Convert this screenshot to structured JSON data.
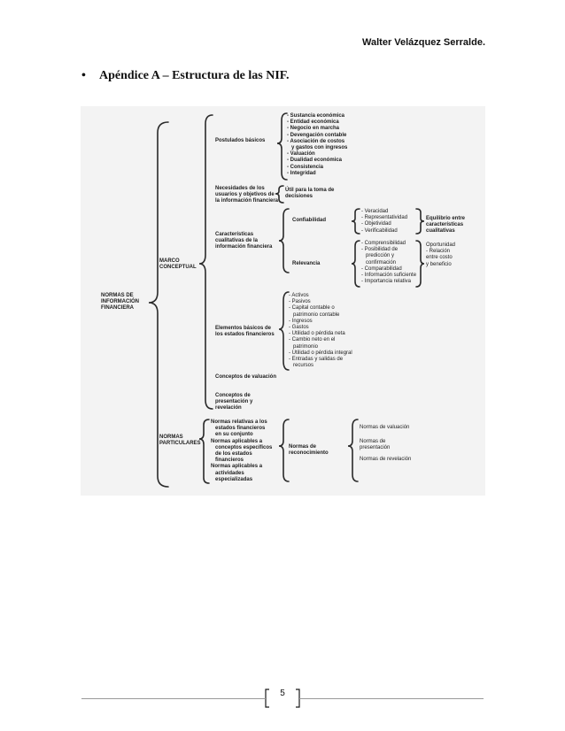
{
  "header": {
    "author": "Walter Velázquez Serralde."
  },
  "heading": {
    "bullet": "•",
    "title": "Apéndice A – Estructura de las NIF."
  },
  "diagram": {
    "root": "NORMAS DE\nINFORMACIÓN\nFINANCIERA",
    "marco": "MARCO\nCONCEPTUAL",
    "particulares": "NORMAS\nPARTICULARES",
    "postulados": "Postulados básicos",
    "postulados_items": "- Sustancia económica\n- Entidad económica\n- Negocio en marcha\n- Devengación contable\n- Asociación de costos\n   y gastos con ingresos\n- Valuación\n- Dualidad económica\n- Consistencia\n- Integridad",
    "necesidades": "Necesidades de los\nusuarios y objetivos de\nla información financiera",
    "util": "Útil para la toma de\ndecisiones",
    "caracteristicas": "Características\ncualitativas de la\ninformación financiera",
    "confiabilidad": "Confiabilidad",
    "confiabilidad_items": "- Veracidad\n- Representatividad\n- Objetividad\n- Verificabilidad",
    "equilibrio": "Equilibrio entre\ncaracterísticas\ncualitativas",
    "relevancia": "Relevancia",
    "relevancia_items": "- Comprensibilidad\n- Posibilidad de\n   predicción y\n   confirmación\n- Comparabilidad\n- Información suficiente\n- Importancia relativa",
    "oportunidad": "Oportunidad\n- Relación\nentre costo\ny beneficio",
    "elementos": "Elementos básicos de\nlos estados financieros",
    "elementos_items": "- Activos\n- Pasivos\n- Capital contable o\n   patrimonio contable\n- Ingresos\n- Gastos\n- Utilidad o pérdida neta\n- Cambio neto en el\n   patrimonio\n- Utilidad o pérdida integral\n- Entradas y salidas de\n   recursos",
    "conceptos_valuacion": "Conceptos de valuación",
    "conceptos_presentacion": "Conceptos de\npresentación y\nrevelación",
    "particulares_items": "Normas relativas a los\n   estados financieros\n   en su conjunto\nNormas aplicables a\n   conceptos específicos\n   de los estados\n   financieros\nNormas aplicables a\n   actividades\n   especializadas",
    "reconocimiento": "Normas de\nreconocimiento",
    "norma_valuacion": "Normas de valuación",
    "norma_presentacion": "Normas de\npresentación",
    "norma_revelacion": "Normas de revelación"
  },
  "footer": {
    "page_number": "5"
  }
}
